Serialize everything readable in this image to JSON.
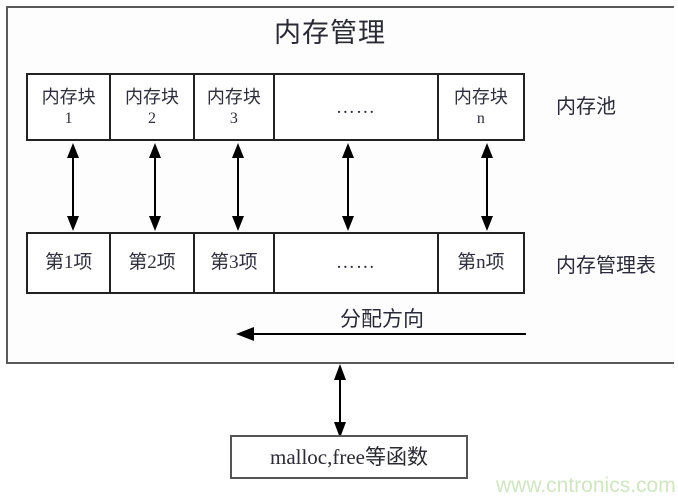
{
  "title": "内存管理",
  "memory_pool": {
    "label": "内存池",
    "cells": [
      {
        "line1": "内存块",
        "line2": "1"
      },
      {
        "line1": "内存块",
        "line2": "2"
      },
      {
        "line1": "内存块",
        "line2": "3"
      },
      {
        "line1": "……",
        "line2": ""
      },
      {
        "line1": "内存块",
        "line2": "n"
      }
    ]
  },
  "memory_table": {
    "label": "内存管理表",
    "cells": [
      {
        "text": "第1项"
      },
      {
        "text": "第2项"
      },
      {
        "text": "第3项"
      },
      {
        "text": "……"
      },
      {
        "text": "第n项"
      }
    ]
  },
  "allocation": {
    "label": "分配方向",
    "direction": "left"
  },
  "functions_box": {
    "label": "malloc,free等函数"
  },
  "watermark": "www.cntronics.com",
  "colors": {
    "outer_frame": "#5a5a5a",
    "table_border": "#222222",
    "text": "#2a2a38",
    "arrow": "#000000",
    "watermark": "#cfe6c2",
    "background": "#ffffff"
  },
  "connectors": {
    "pool_to_table_arrows": 5,
    "pool_to_table_style": "double-headed-vertical",
    "frame_to_functions_style": "double-headed-vertical"
  }
}
